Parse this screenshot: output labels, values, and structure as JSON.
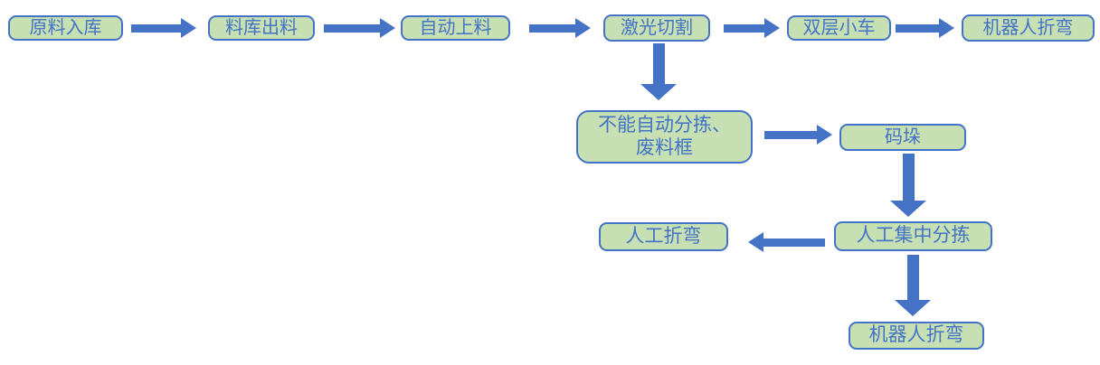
{
  "diagram": {
    "type": "flowchart",
    "colors": {
      "node_fill": "#c6e0b4",
      "node_border": "#4472c4",
      "node_text": "#4472c4",
      "arrow": "#4472c4",
      "background": "#ffffff"
    },
    "nodes": [
      {
        "label": "原料入库"
      },
      {
        "label": "料库出料"
      },
      {
        "label": "自动上料"
      },
      {
        "label": "激光切割"
      },
      {
        "label": "双层小车"
      },
      {
        "label": "机器人折弯"
      },
      {
        "label": "不能自动分拣、废料框",
        "lines": [
          "不能自动分拣、",
          "废料框"
        ]
      },
      {
        "label": "码垛"
      },
      {
        "label": "人工折弯"
      },
      {
        "label": "人工集中分拣"
      },
      {
        "label": "机器人折弯"
      }
    ],
    "edges": [
      {
        "from": "原料入库",
        "to": "料库出料",
        "direction": "right"
      },
      {
        "from": "料库出料",
        "to": "自动上料",
        "direction": "right"
      },
      {
        "from": "自动上料",
        "to": "激光切割",
        "direction": "right"
      },
      {
        "from": "激光切割",
        "to": "双层小车",
        "direction": "right"
      },
      {
        "from": "双层小车",
        "to": "机器人折弯",
        "direction": "right"
      },
      {
        "from": "激光切割",
        "to": "不能自动分拣、废料框",
        "direction": "down"
      },
      {
        "from": "不能自动分拣、废料框",
        "to": "码垛",
        "direction": "right"
      },
      {
        "from": "码垛",
        "to": "人工集中分拣",
        "direction": "down"
      },
      {
        "from": "人工集中分拣",
        "to": "人工折弯",
        "direction": "left"
      },
      {
        "from": "人工集中分拣",
        "to": "机器人折弯",
        "direction": "down"
      }
    ]
  }
}
